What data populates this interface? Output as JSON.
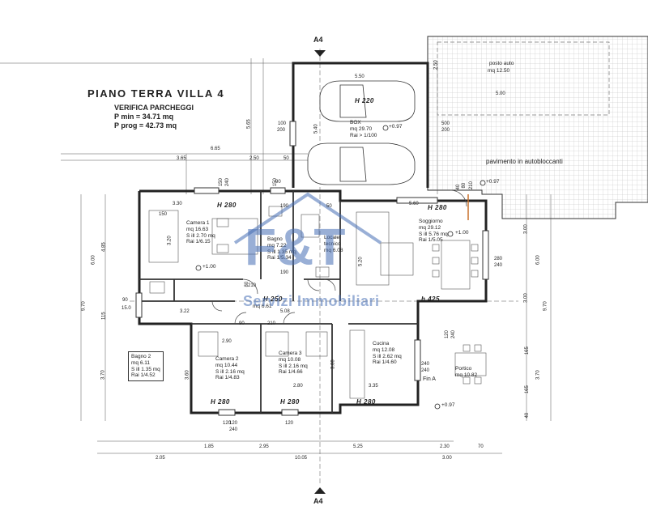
{
  "title": "PIANO TERRA VILLA 4",
  "parking": {
    "heading": "VERIFICA PARCHEGGI",
    "pmin": "P min = 34.71 mq",
    "pprog": "P prog = 42.73 mq"
  },
  "section_marks": [
    "A4",
    "A4"
  ],
  "outdoor": {
    "posto_auto": "posto auto",
    "posto_auto_area": "mq 12.50",
    "paving": "pavimento in autobloccanti"
  },
  "rooms": [
    {
      "key": "camera1",
      "lines": [
        "Camera 1",
        "mq 16.63",
        "S ill 2.70 mq",
        "Rai 1/6.15"
      ]
    },
    {
      "key": "bagno",
      "lines": [
        "Bagno",
        "mq 7.22",
        "S ill 1.35 mq",
        "Rai 1/5.34"
      ]
    },
    {
      "key": "locale_tecnico",
      "lines": [
        "Locale",
        "tecnico",
        "mq 6.08"
      ]
    },
    {
      "key": "box",
      "lines": [
        "BOX",
        "mq 29.70",
        "Rai > 1/100"
      ]
    },
    {
      "key": "soggiorno",
      "lines": [
        "Soggiorno",
        "mq 29.12",
        "S ill 5.76 mq",
        "Rai 1/5.05"
      ]
    },
    {
      "key": "bagno2",
      "lines": [
        "Bagno 2",
        "mq 6.11",
        "S ill 1.35 mq",
        "Rai 1/4.52"
      ]
    },
    {
      "key": "camera2",
      "lines": [
        "Camera 2",
        "mq 10.44",
        "S ill 2.16 mq",
        "Rai 1/4.83"
      ]
    },
    {
      "key": "camera3",
      "lines": [
        "Camera 3",
        "mq 10.08",
        "S ill 2.16 mq",
        "Rai 1/4.66"
      ]
    },
    {
      "key": "cucina",
      "lines": [
        "Cucina",
        "mq 12.08",
        "S ill 2.62 mq",
        "Rai 1/4.60"
      ]
    },
    {
      "key": "portico",
      "lines": [
        "Portico",
        "mq 10.82"
      ]
    },
    {
      "key": "corridoio",
      "lines": [
        "mq 6.61"
      ]
    }
  ],
  "heights": [
    "H 220",
    "H 280",
    "H 280",
    "H 250",
    "h 425",
    "H 280",
    "H 280",
    "H 280"
  ],
  "levels": [
    "+0.97",
    "+0.97",
    "+1.00",
    "+1.00",
    "+0.97"
  ],
  "dimensions": {
    "top": [
      "6.65",
      "3.65",
      "2.50",
      "50",
      "5.50",
      "5.60",
      "5.00",
      "2.50",
      "5.65",
      "5.40",
      "100",
      "200",
      "500",
      "200"
    ],
    "left": [
      "4.85",
      "6.00",
      "9.70",
      "3.20",
      "3.70",
      "90",
      "15.0",
      "115"
    ],
    "right": [
      "3.00",
      "6.00",
      "3.00",
      "9.70",
      "3.70",
      "165",
      "165",
      "40",
      "280",
      "240"
    ],
    "bottom": [
      "1.85",
      "2.95",
      "5.25",
      "2.30",
      "70",
      "2.05",
      "10.05",
      "3.00"
    ],
    "inner": [
      "3.30",
      "150",
      "240",
      "150",
      "90",
      "190",
      "190",
      "50",
      "5.20",
      "3.22",
      "5.08",
      "2.90",
      "2.80",
      "3.35",
      "3.60",
      "3.60",
      "240",
      "240",
      "240",
      "120",
      "120",
      "120",
      "80",
      "210",
      "90",
      "210",
      "120",
      "240",
      "150",
      "40",
      "80",
      "210"
    ]
  },
  "fin_label": "Fin A",
  "watermark": {
    "logo": "F&T",
    "text": "Servizi Immobiliari"
  }
}
